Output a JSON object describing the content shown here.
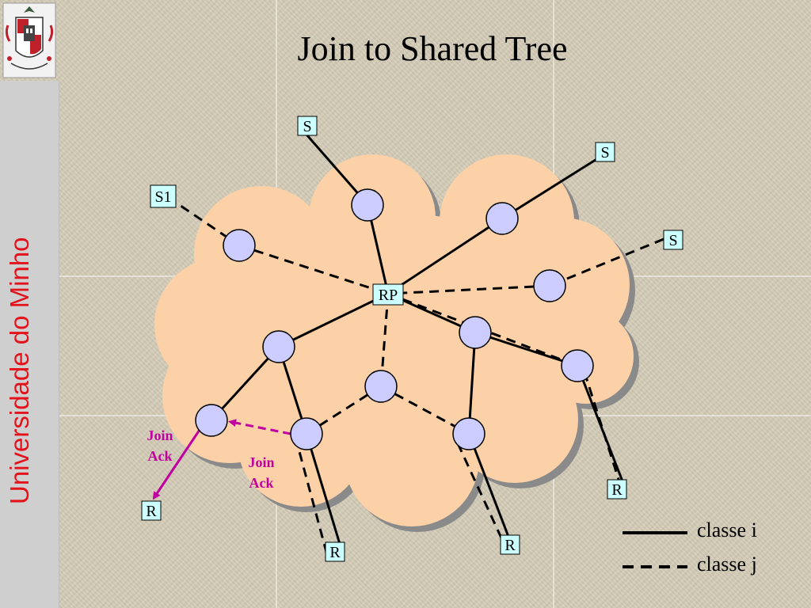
{
  "slide": {
    "title": "Join to Shared Tree",
    "sidebar_text": "Universidade do Minho"
  },
  "colors": {
    "cloud_fill": "#fdd1a8",
    "cloud_shadow": "#8a8a8a",
    "router_fill": "#ccccff",
    "label_box_fill": "#ccffff",
    "join_ack": "#c000a0",
    "sidebar_text": "#e3121b"
  },
  "labels": {
    "rp": "RP",
    "sources": [
      "S",
      "S",
      "S1",
      "S"
    ],
    "receivers": [
      "R",
      "R",
      "R",
      "R"
    ],
    "join_ack_1": [
      "Join",
      "Ack"
    ],
    "join_ack_2": [
      "Join",
      "Ack"
    ]
  },
  "legend": [
    {
      "label": "classe i",
      "style": "solid"
    },
    {
      "label": "classe j",
      "style": "dashed"
    }
  ]
}
